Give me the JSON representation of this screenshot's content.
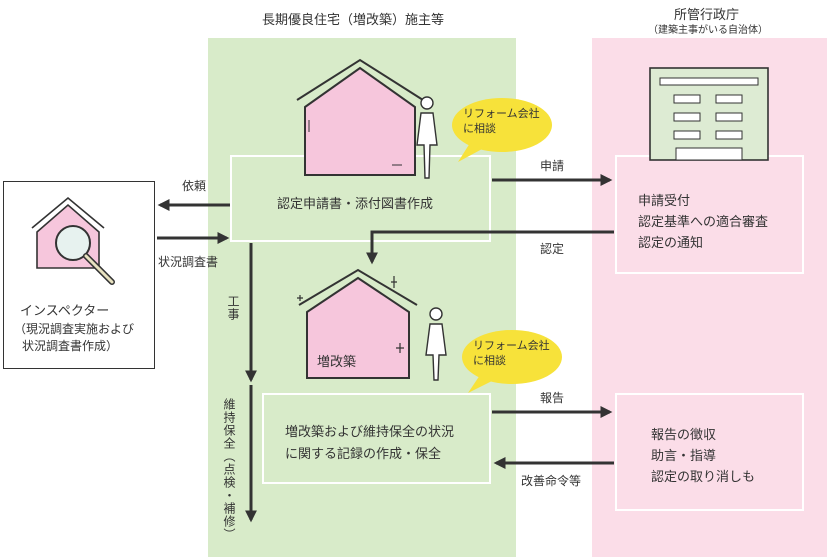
{
  "header": {
    "center_title": "長期優良住宅（増改築）施主等",
    "right_title": "所管行政庁",
    "right_subtitle": "（建築主事がいる自治体）"
  },
  "inspector": {
    "name": "インスペクター",
    "desc_line1": "（現況調査実施および",
    "desc_line2": "状況調査書作成）"
  },
  "steps": {
    "application": "認定申請書・添付図書作成",
    "record_line1": "増改築および維持保全の状況",
    "record_line2": "に関する記録の作成・保全",
    "renovation_label": "増改築"
  },
  "bubbles": {
    "top_line1": "リフォーム会社",
    "top_line2": "に相談",
    "bottom_line1": "リフォーム会社",
    "bottom_line2": "に相談"
  },
  "authority": {
    "top_items": [
      "申請受付",
      "認定基準への適合審査",
      "認定の通知"
    ],
    "bottom_items": [
      "報告の徴収",
      "助言・指導",
      "認定の取り消しも"
    ]
  },
  "arrows": {
    "request": "依頼",
    "survey_report": "状況調査書",
    "apply": "申請",
    "certify": "認定",
    "construction": "工事",
    "maintenance": "維持保全（点検・補修）",
    "report": "報告",
    "order": "改善命令等"
  },
  "colors": {
    "green_column": "#d8ebc9",
    "pink_column": "#fbdde8",
    "house_fill": "#f6c6dc",
    "bubble": "#f7e23a",
    "arrow": "#333333"
  }
}
